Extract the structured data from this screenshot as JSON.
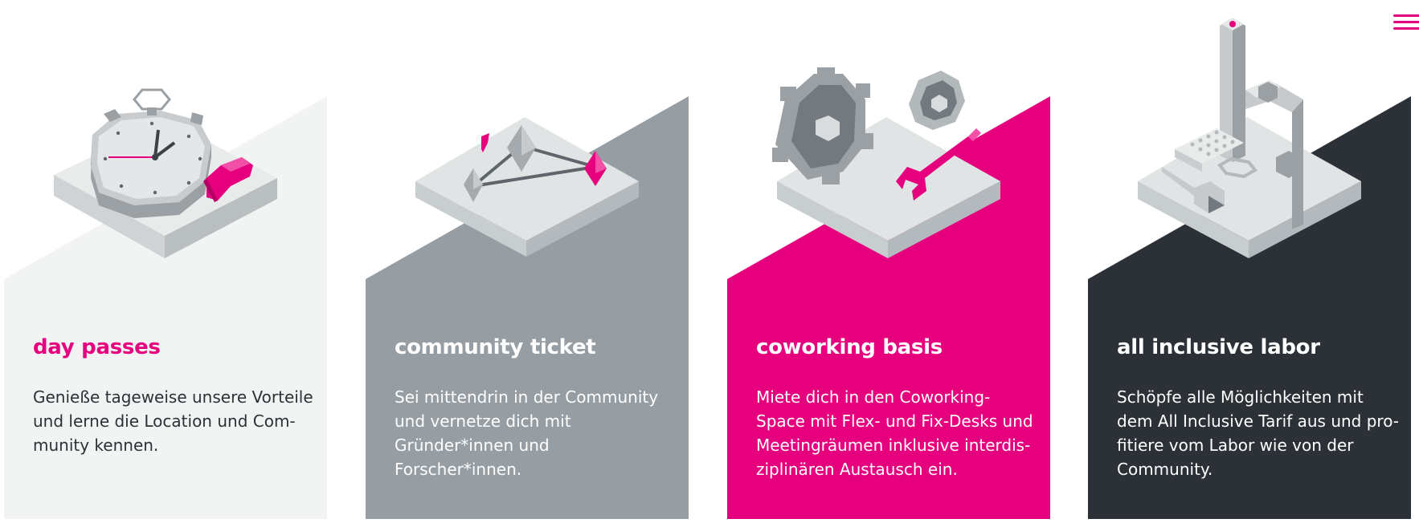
{
  "colors": {
    "accent": "#e6007e",
    "card_light": "#f2f3f3",
    "card_gray": "#969ea4",
    "card_pink": "#e6007e",
    "card_dark": "#2b3136",
    "text_dark": "#2b3136",
    "text_light": "#ffffff"
  },
  "header": {
    "menu_icon": "hamburger-menu-icon"
  },
  "cards": [
    {
      "title": "day passes",
      "illustration": "stopwatch-whistle-icon",
      "lines": [
        "Genieße tageweise unsere Vorteile",
        "und lerne die Location und Com-",
        "munity kennen."
      ]
    },
    {
      "title": "community ticket",
      "illustration": "network-crystals-icon",
      "lines": [
        "Sei mittendrin in der Community",
        "und vernetze dich mit",
        "Gründer*innen und",
        "Forscher*innen."
      ]
    },
    {
      "title": "coworking basis",
      "illustration": "gears-wrench-icon",
      "lines": [
        "Miete dich in den Coworking-",
        "Space mit Flex- und Fix-Desks und",
        "Meetingräumen inklusive interdis-",
        "ziplinären Austausch ein."
      ]
    },
    {
      "title": "all inclusive labor",
      "illustration": "microscope-lab-icon",
      "lines": [
        "Schöpfe alle Möglichkeiten mit",
        "dem All Inclusive Tarif aus und pro-",
        "fitiere vom Labor wie von der",
        "Community."
      ]
    }
  ]
}
